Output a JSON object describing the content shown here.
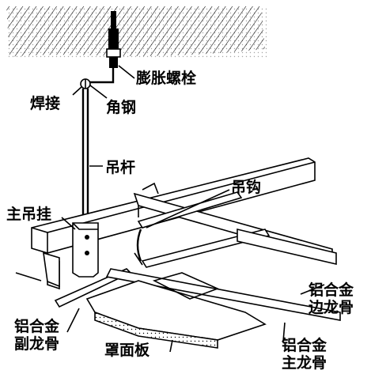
{
  "labels": {
    "expansion_bolt": "膨胀螺栓",
    "weld": "焊接",
    "angle_steel": "角钢",
    "hanger_rod": "吊杆",
    "hook": "吊钩",
    "main_hanger": "主吊挂",
    "edge_keel_line1": "铝合金",
    "edge_keel_line2": "边龙骨",
    "sub_keel_line1": "铝合金",
    "sub_keel_line2": "副龙骨",
    "cover_panel": "罩面板",
    "main_keel_line1": "铝合金",
    "main_keel_line2": "主龙骨"
  },
  "colors": {
    "line": "#000000",
    "background": "#ffffff",
    "ceiling_hatch": "#000000"
  }
}
